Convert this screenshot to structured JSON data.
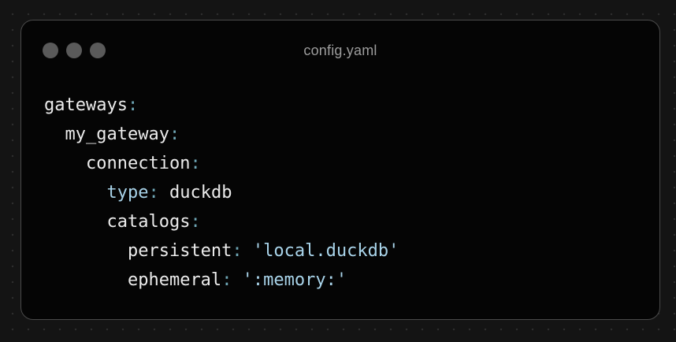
{
  "window": {
    "title": "config.yaml",
    "traffic_lights": [
      "close",
      "minimize",
      "maximize"
    ],
    "colors": {
      "background": "#050505",
      "border": "#4a4a4a",
      "dot": "#5a5a5a",
      "title": "#9d9d9d",
      "key": "#ececec",
      "punctuation": "#6fa7b6",
      "string": "#a9d4ea"
    }
  },
  "code": {
    "lines": [
      {
        "indent": "",
        "key": "gateways",
        "sep": ":",
        "value": ""
      },
      {
        "indent": "  ",
        "key": "my_gateway",
        "sep": ":",
        "value": ""
      },
      {
        "indent": "    ",
        "key": "connection",
        "sep": ":",
        "value": ""
      },
      {
        "indent": "      ",
        "key": "type",
        "sep": ":",
        "value": " duckdb"
      },
      {
        "indent": "      ",
        "key": "catalogs",
        "sep": ":",
        "value": ""
      },
      {
        "indent": "        ",
        "key": "persistent",
        "sep": ":",
        "value": " 'local.duckdb'"
      },
      {
        "indent": "        ",
        "key": "ephemeral",
        "sep": ":",
        "value": " ':memory:'"
      }
    ]
  }
}
